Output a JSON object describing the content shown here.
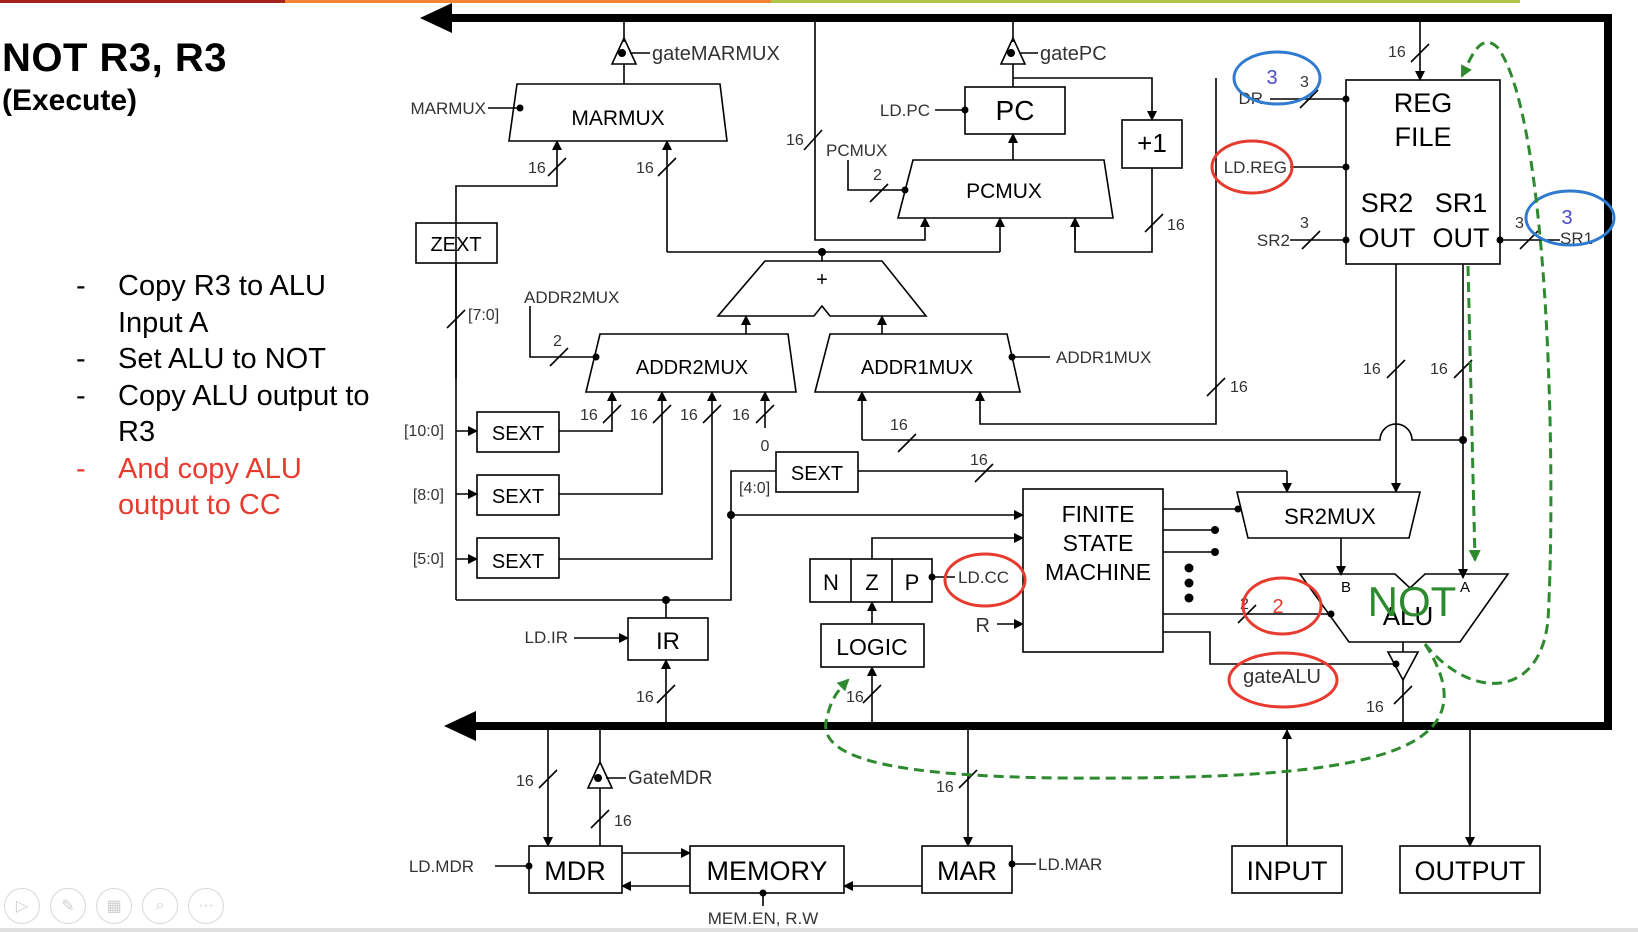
{
  "slide": {
    "title": "NOT R3, R3",
    "subtitle": "(Execute)",
    "top_bar_colors": [
      "#a5231c",
      "#f28434",
      "#b2c647"
    ],
    "bullets": [
      {
        "dash": "-",
        "text": "Copy R3 to ALU Input A",
        "highlight": false
      },
      {
        "dash": "-",
        "text": "Set ALU to NOT",
        "highlight": false
      },
      {
        "dash": "-",
        "text": "Copy ALU output to R3",
        "highlight": false
      },
      {
        "dash": "-",
        "text": "And copy ALU output to CC",
        "highlight": true
      }
    ]
  },
  "colors": {
    "bus": "#000000",
    "highlight_red": "#e63b2e",
    "annotation_blue": "#2f7bd0",
    "annotation_blue_text": "#4b4bc8",
    "path_green": "#2e8a2e"
  },
  "diagram": {
    "blocks": {
      "marmux": "MARMUX",
      "pc": "PC",
      "plus_one": "+1",
      "pcmux": "PCMUX",
      "reg_file_line1": "REG",
      "reg_file_line2": "FILE",
      "reg_file_sr2": "SR2",
      "reg_file_sr1": "SR1",
      "reg_file_out1": "OUT",
      "reg_file_out2": "OUT",
      "zext": "ZEXT",
      "adder": "+",
      "addr2mux": "ADDR2MUX",
      "addr1mux": "ADDR1MUX",
      "sext_10_0": "SEXT",
      "sext_8_0": "SEXT",
      "sext_5_0": "SEXT",
      "sext_4_0": "SEXT",
      "fsm_line1": "FINITE",
      "fsm_line2": "STATE",
      "fsm_line3": "MACHINE",
      "sr2mux": "SR2MUX",
      "alu": "ALU",
      "alu_input_b": "B",
      "alu_input_a": "A",
      "cc_n": "N",
      "cc_z": "Z",
      "cc_p": "P",
      "logic": "LOGIC",
      "ir": "IR",
      "mdr": "MDR",
      "memory": "MEMORY",
      "mar": "MAR",
      "input": "INPUT",
      "output": "OUTPUT"
    },
    "signals": {
      "gate_marmux": "gateMARMUX",
      "marmux_sel": "MARMUX",
      "gate_pc": "gatePC",
      "ld_pc": "LD.PC",
      "pcmux_sel": "PCMUX",
      "dr": "DR",
      "ld_reg": "LD.REG",
      "sr2": "SR2",
      "sr1": "SR1",
      "addr2mux_sel": "ADDR2MUX",
      "addr1mux_sel": "ADDR1MUX",
      "ld_cc": "LD.CC",
      "r": "R",
      "gate_alu": "gateALU",
      "ld_ir": "LD.IR",
      "gate_mdr": "GateMDR",
      "ld_mdr": "LD.MDR",
      "ld_mar": "LD.MAR",
      "mem_en_rw": "MEM.EN, R.W"
    },
    "bit_fields": {
      "ir_7_0": "[7:0]",
      "ir_10_0": "[10:0]",
      "ir_8_0": "[8:0]",
      "ir_5_0": "[5:0]",
      "ir_4_0": "[4:0]",
      "zero_const": "0"
    },
    "widths": {
      "w16": "16",
      "w3": "3",
      "w2": "2"
    },
    "annotations": {
      "dr_value": "3",
      "sr1_value": "3",
      "aluk_value": "2",
      "alu_operation": "NOT"
    }
  },
  "player_controls": [
    {
      "name": "play",
      "glyph": "▷"
    },
    {
      "name": "pen",
      "glyph": "✎"
    },
    {
      "name": "slides",
      "glyph": "▦"
    },
    {
      "name": "zoom",
      "glyph": "⌕"
    },
    {
      "name": "more",
      "glyph": "···"
    }
  ]
}
